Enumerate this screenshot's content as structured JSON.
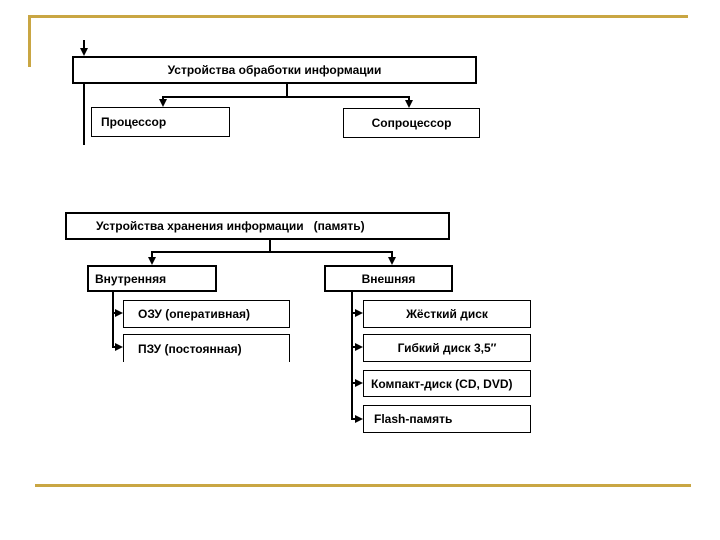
{
  "slide": {
    "background": "#FFFFFF",
    "accent_color": "#C9A643"
  },
  "diagram": {
    "processing": {
      "root": "Устройства обработки информации",
      "children": [
        {
          "label": "Процессор"
        },
        {
          "label": "Сопроцессор"
        }
      ]
    },
    "storage": {
      "root": "Устройства хранения информации   (память)",
      "branches": [
        {
          "label": "Внутренняя",
          "children": [
            {
              "label": "ОЗУ (оперативная)"
            },
            {
              "label": "ПЗУ (постоянная)"
            }
          ]
        },
        {
          "label": "Внешняя",
          "children": [
            {
              "label": "Жёсткий диск"
            },
            {
              "label": "Гибкий диск 3,5′′"
            },
            {
              "label": "Компакт-диск (CD, DVD)"
            },
            {
              "label": "Flash-память"
            }
          ]
        }
      ]
    }
  }
}
